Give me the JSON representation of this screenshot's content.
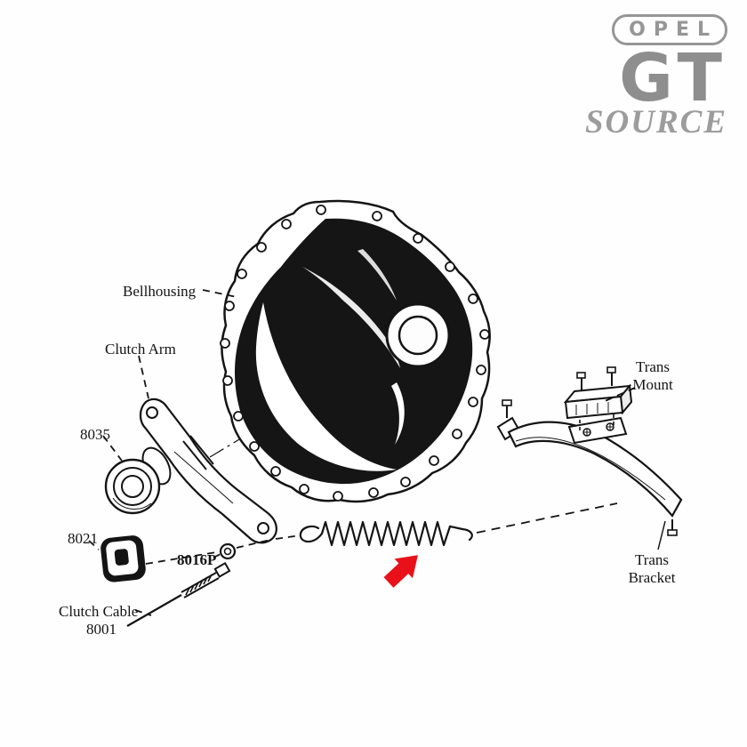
{
  "branding": {
    "badge": "OPEL",
    "model": "GT",
    "source": "SOURCE"
  },
  "labels": {
    "bellhousing": "Bellhousing",
    "clutch_arm": "Clutch Arm",
    "part_8035": "8035",
    "part_8021": "8021",
    "part_8016p": "8016P",
    "clutch_cable": "Clutch Cable",
    "part_8001": "8001",
    "trans_mount_1": "Trans",
    "trans_mount_2": "Mount",
    "trans_bracket_1": "Trans",
    "trans_bracket_2": "Bracket"
  },
  "colors": {
    "accent_red": "#e8111a",
    "logo_gray": "#969696",
    "ink": "#141414",
    "background": "#fefefe"
  },
  "diagram": {
    "type": "exploded-parts-diagram",
    "subject": "clutch bellhousing and transmission mount assembly",
    "highlight": "red arrow pointing at clutch return spring"
  }
}
